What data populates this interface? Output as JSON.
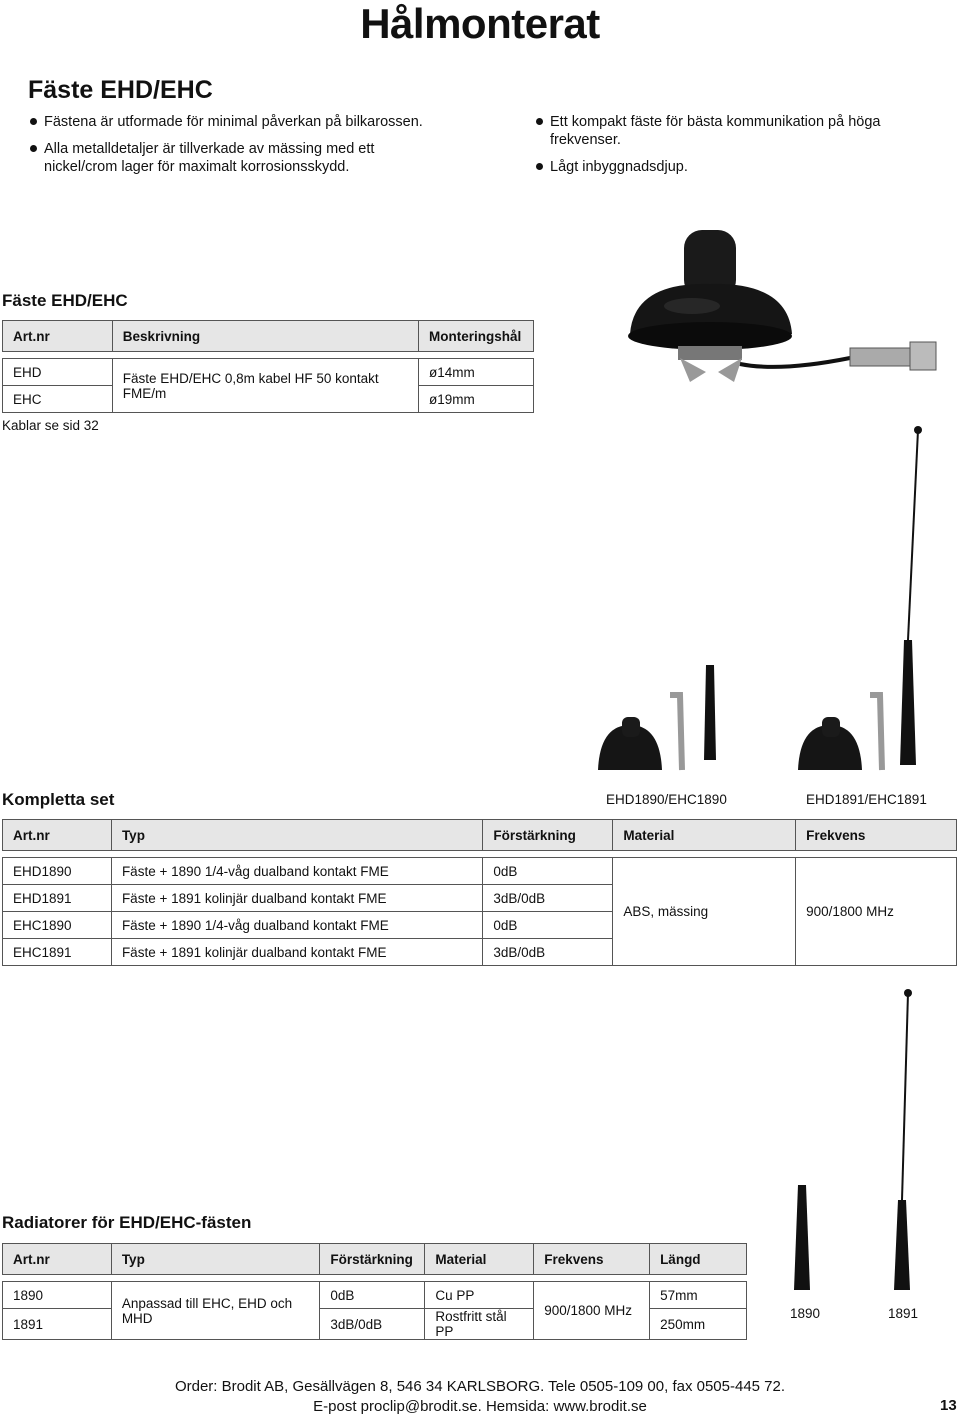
{
  "page_title": "Hålmonterat",
  "intro": {
    "heading": "Fäste EHD/EHC",
    "bullets_left": [
      "Fästena är utformade för minimal påverkan på bilkarossen.",
      "Alla metalldetaljer är tillverkade av mässing med ett nickel/crom lager för maximalt korrosionsskydd."
    ],
    "bullets_right": [
      "Ett kompakt fäste för bästa kommunikation på höga frekvenser.",
      "Lågt inbyggnadsdjup."
    ]
  },
  "mount_section": {
    "heading": "Fäste EHD/EHC",
    "headers": [
      "Art.nr",
      "Beskrivning",
      "Monteringshål"
    ],
    "rows": [
      {
        "art": "EHD",
        "hole": "ø14mm"
      },
      {
        "art": "EHC",
        "hole": "ø19mm"
      }
    ],
    "description": "Fäste EHD/EHC  0,8m kabel HF 50 kontakt FME/m",
    "note": "Kablar se sid 32"
  },
  "sets_section": {
    "heading": "Kompletta set",
    "captions": [
      "EHD1890/EHC1890",
      "EHD1891/EHC1891"
    ],
    "headers": [
      "Art.nr",
      "Typ",
      "Förstärkning",
      "Material",
      "Frekvens"
    ],
    "rows": [
      {
        "art": "EHD1890",
        "typ": "Fäste + 1890 1/4-våg dualband kontakt FME",
        "gain": "0dB"
      },
      {
        "art": "EHD1891",
        "typ": "Fäste + 1891 kolinjär dualband kontakt FME",
        "gain": "3dB/0dB"
      },
      {
        "art": "EHC1890",
        "typ": "Fäste + 1890 1/4-våg dualband kontakt FME",
        "gain": "0dB"
      },
      {
        "art": "EHC1891",
        "typ": "Fäste + 1891 kolinjär dualband kontakt FME",
        "gain": "3dB/0dB"
      }
    ],
    "material": "ABS, mässing",
    "frequency": "900/1800 MHz"
  },
  "radiators_section": {
    "heading": "Radiatorer för EHD/EHC-fästen",
    "headers": [
      "Art.nr",
      "Typ",
      "Förstärkning",
      "Material",
      "Frekvens",
      "Längd"
    ],
    "rows": [
      {
        "art": "1890",
        "gain": "0dB",
        "material": "Cu PP",
        "length": "57mm"
      },
      {
        "art": "1891",
        "gain": "3dB/0dB",
        "material": "Rostfritt stål PP",
        "length": "250mm"
      }
    ],
    "typ": "Anpassad till EHC, EHD och MHD",
    "frequency": "900/1800 MHz",
    "captions": [
      "1890",
      "1891"
    ]
  },
  "footer": {
    "line1": "Order: Brodit AB, Gesällvägen 8, 546 34 KARLSBORG. Tele 0505-109 00, fax 0505-445 72.",
    "line2": "E-post proclip@brodit.se. Hemsida: www.brodit.se",
    "page_number": "13"
  }
}
